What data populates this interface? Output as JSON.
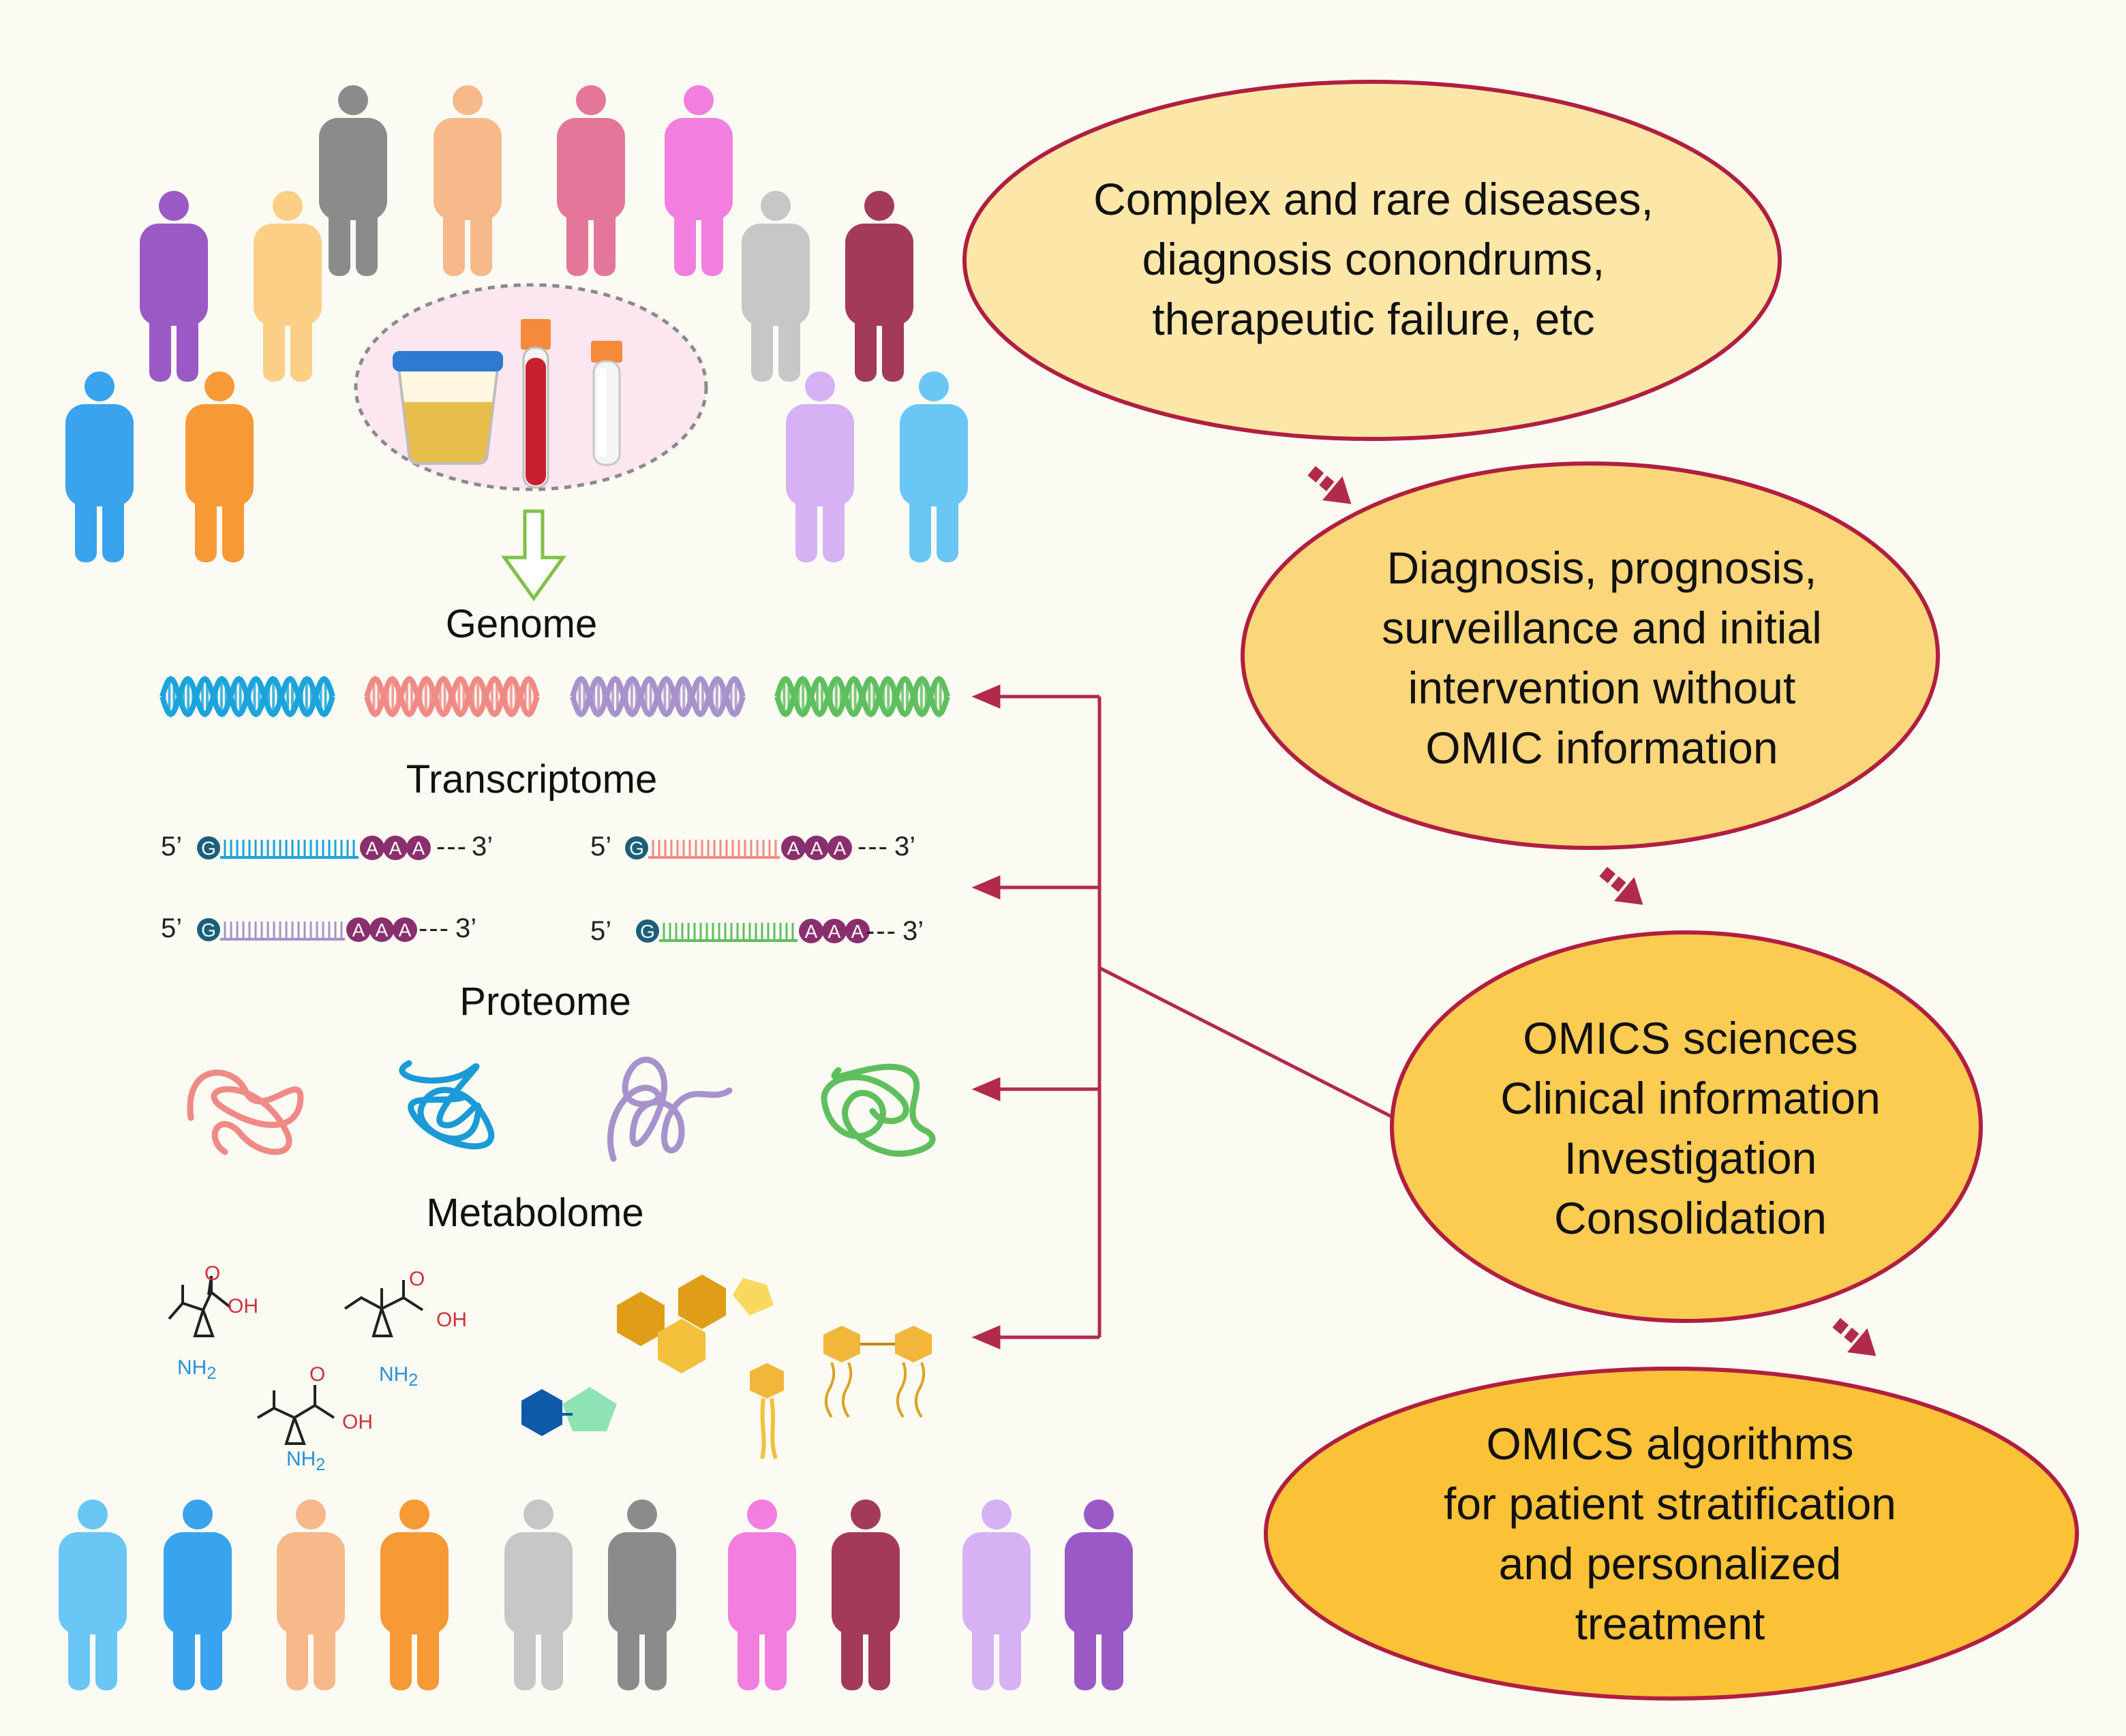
{
  "labels": {
    "genome": "Genome",
    "transcriptome": "Transcriptome",
    "proteome": "Proteome",
    "metabolome": "Metabolome"
  },
  "ellipses": [
    {
      "lines": [
        "Complex and rare diseases,",
        "diagnosis conondrums,",
        "therapeutic failure, etc"
      ],
      "fill": "#fde7a8"
    },
    {
      "lines": [
        "Diagnosis, prognosis,",
        "surveillance and initial",
        "intervention without",
        "OMIC information"
      ],
      "fill": "#fcd67a"
    },
    {
      "lines": [
        "OMICS sciences",
        "Clinical information",
        "Investigation",
        "Consolidation"
      ],
      "fill": "#fbcb52"
    },
    {
      "lines": [
        "OMICS algorithms",
        "for patient stratification",
        "and personalized",
        "treatment"
      ],
      "fill": "#fbc237"
    }
  ],
  "mrna": {
    "five_prime": "5’",
    "three_prime": "3’",
    "cap": "G",
    "tail": "A",
    "dashes": "---"
  },
  "chem": {
    "oh": "OH",
    "o": "O",
    "nh2": "NH",
    "sub2": "2"
  },
  "colors": {
    "accent_red": "#b22a4a",
    "ellipse_stroke": "#b01e40",
    "dna": [
      "#1ba3dc",
      "#ef8a84",
      "#a892cc",
      "#5fbf5f"
    ],
    "proteins": [
      "#ef8a84",
      "#1a9ad6",
      "#a892cc",
      "#5fbf5f"
    ]
  }
}
